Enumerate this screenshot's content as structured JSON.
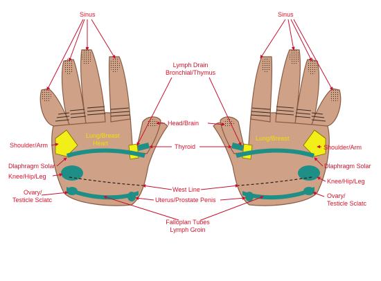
{
  "labels": {
    "sinus_left": "Sinus",
    "sinus_right": "Sinus",
    "lymph_line1": "Lymph Drain",
    "lymph_line2": "Bronchial/Thymus",
    "head_brain": "Head/Brain",
    "thyroid": "Thyroid",
    "shoulder_left": "Shoulder/Arm",
    "shoulder_right": "Shoulder/Arm",
    "diaphragm_left": "Dlaphragm Solar",
    "diaphragm_right": "Dlaphragm Solar",
    "knee_left": "Knee/Hip/Leg",
    "knee_right": "Knee/Hip/Leg",
    "ovary_left_1": "Ovary/",
    "ovary_left_2": "Testicle Sclatc",
    "ovary_right_1": "Ovary/",
    "ovary_right_2": "Testicle Sclatc",
    "west_line": "West Line",
    "uterus": "Uterus/Prostate Penis",
    "fallopian_1": "Falloplan Tubes",
    "fallopian_2": "Lymph Groin",
    "lung_left_1": "Lung/Breast",
    "lung_left_2": "Heart",
    "lung_right": "Lung/Breast"
  },
  "colors": {
    "label": "#d8102a",
    "arrow": "#c8102e",
    "lung_zone": "#f2ee18",
    "lung_text": "#f0e000",
    "reflex_zone": "#1e8f86",
    "skin": "#cfa287"
  }
}
